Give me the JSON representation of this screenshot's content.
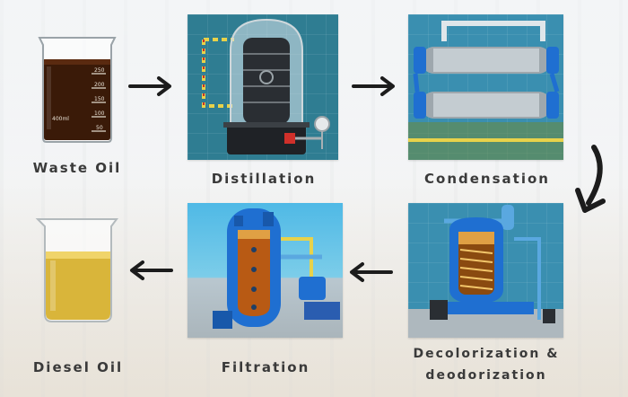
{
  "steps": {
    "waste_oil": "Waste Oil",
    "distillation": "Distillation",
    "condensation": "Condensation",
    "decolorization_line1": "Decolorization &",
    "decolorization_line2": "deodorization",
    "filtration": "Filtration",
    "diesel_oil": "Diesel Oil"
  },
  "beaker_markings": [
    "250",
    "200",
    "150",
    "100",
    "50"
  ],
  "beaker_volume": "400ml",
  "colors": {
    "waste_oil": "#3a1a08",
    "diesel_oil": "#d9b53a",
    "arrow": "#1c1c1c",
    "panel_blue": "#2f7d92"
  }
}
